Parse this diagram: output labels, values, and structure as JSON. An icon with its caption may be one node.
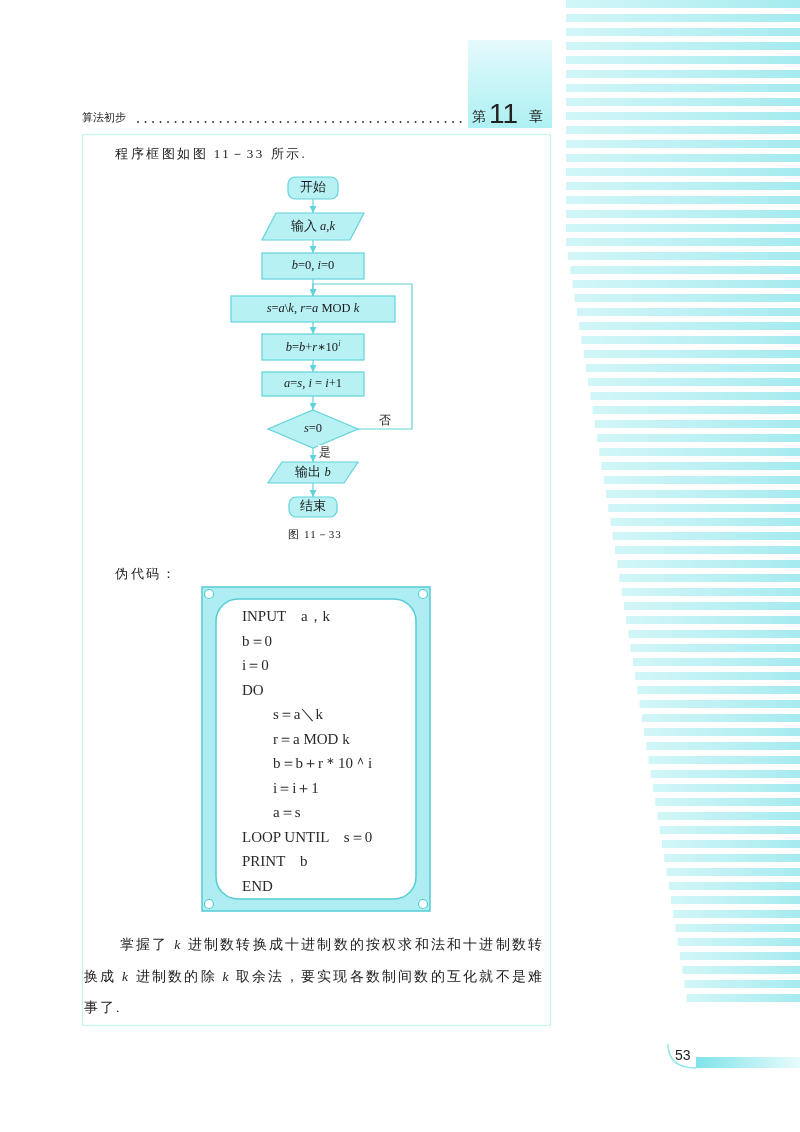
{
  "diagram": {
    "caption": "图 11－33",
    "nodes": [
      {
        "text": [
          "开始"
        ]
      },
      {
        "text": [
          "输入 *a*,*k*"
        ]
      },
      {
        "text": [
          "*b*=0, *i*=0"
        ]
      },
      {
        "text": [
          "*s*=*a*\\*k*, *r*=*a* MOD *k*"
        ]
      },
      {
        "text": [
          "*b*=*b*+*r*∗10$^{i}$"
        ]
      },
      {
        "text": [
          "*a*=*s*, *i* = *i*+1"
        ]
      },
      {
        "text": [
          "*s*=0"
        ]
      },
      {
        "text": [
          "输出 *b*"
        ]
      },
      {
        "text": [
          "结束"
        ]
      },
      {
        "text": [
          "INPUT　a，k",
          "b＝0",
          "i＝0",
          "DO",
          "s＝a＼k",
          "r＝a MOD k",
          "b＝b＋r＊10＾i",
          "i＝i＋1",
          "a＝s",
          "LOOP UNTIL　s＝0",
          "PRINT　b",
          "END"
        ]
      }
    ],
    "edges": [
      {
        "from": 0,
        "to": 1,
        "arrow": "to"
      },
      {
        "from": 1,
        "to": 2,
        "arrow": "to"
      },
      {
        "from": 2,
        "to": 3,
        "arrow": "to"
      },
      {
        "from": 3,
        "to": 4,
        "arrow": "to"
      },
      {
        "from": 4,
        "to": 5,
        "arrow": "to"
      },
      {
        "from": 5,
        "to": 6,
        "arrow": "to"
      },
      {
        "from": 6,
        "to": 7,
        "arrow": "to",
        "label": "是"
      },
      {
        "from": 7,
        "to": 8,
        "arrow": "to"
      },
      {
        "from": 6,
        "to": 3,
        "arrow": "to",
        "label": "否"
      }
    ],
    "labels": [
      "算法初步",
      "第",
      "11",
      "章",
      "程序框图如图 11－33 所示.",
      "伪代码：",
      "掌握了 *k* 进制数转换成十进制数的按权求和法和十进制数转换成 *k* 进制数的除 *k* 取余法，要实现各数制间数的互化就不是难事了.",
      "53"
    ]
  }
}
